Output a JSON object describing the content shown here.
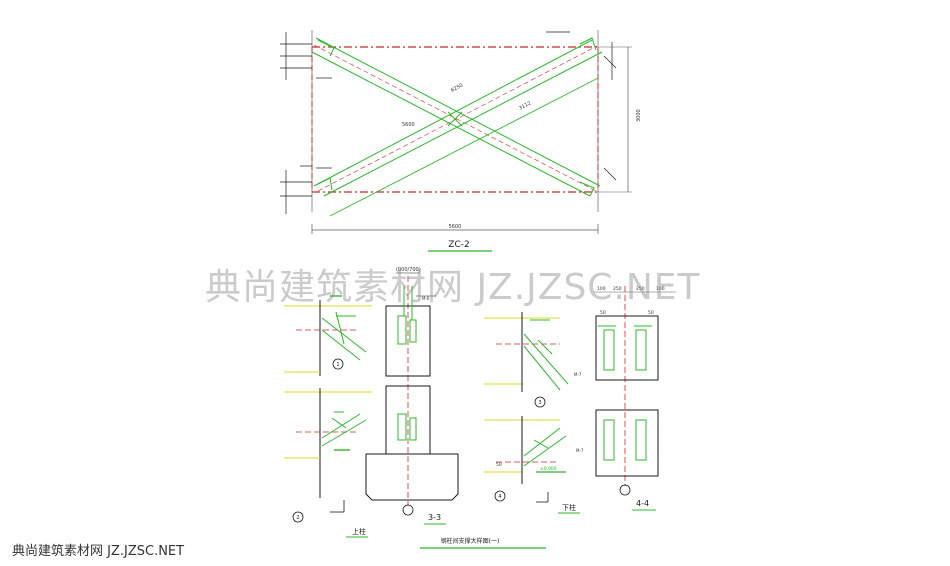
{
  "drawing": {
    "main_title": "ZC-2",
    "sheet_title": "钢柱间支撑大样图(一)",
    "top_dim": "5600",
    "right_dim": "3000",
    "diag_label_1": "6250",
    "diag_label_2": "3112",
    "center_label": "5600",
    "section_3": "3-3",
    "section_4": "4-4",
    "label_upper": "上柱",
    "label_lower": "下柱",
    "mark_1": "1",
    "mark_2": "2",
    "mark_3": "3",
    "mark_4": "4",
    "dim_100a": "100",
    "dim_250a": "250",
    "dim_250b": "250",
    "dim_100b": "100",
    "dim_50a": "50",
    "dim_50b": "50",
    "dim_50c": "50",
    "elev_text": "±0.000",
    "node_text_1": "M-6",
    "node_text_2": "M-7",
    "elev_top": "(000/700)"
  },
  "colors": {
    "line_green": "#2db82d",
    "line_red": "#cc2b2b",
    "line_dark": "#1a1a1a",
    "dim_gray": "#5a5a5a",
    "highlight_yellow": "#d8d820"
  },
  "watermark": {
    "center": "典尚建筑素材网 JZ.JZSC.NET",
    "corner": "典尚建筑素材网 JZ.JZSC.NET"
  }
}
